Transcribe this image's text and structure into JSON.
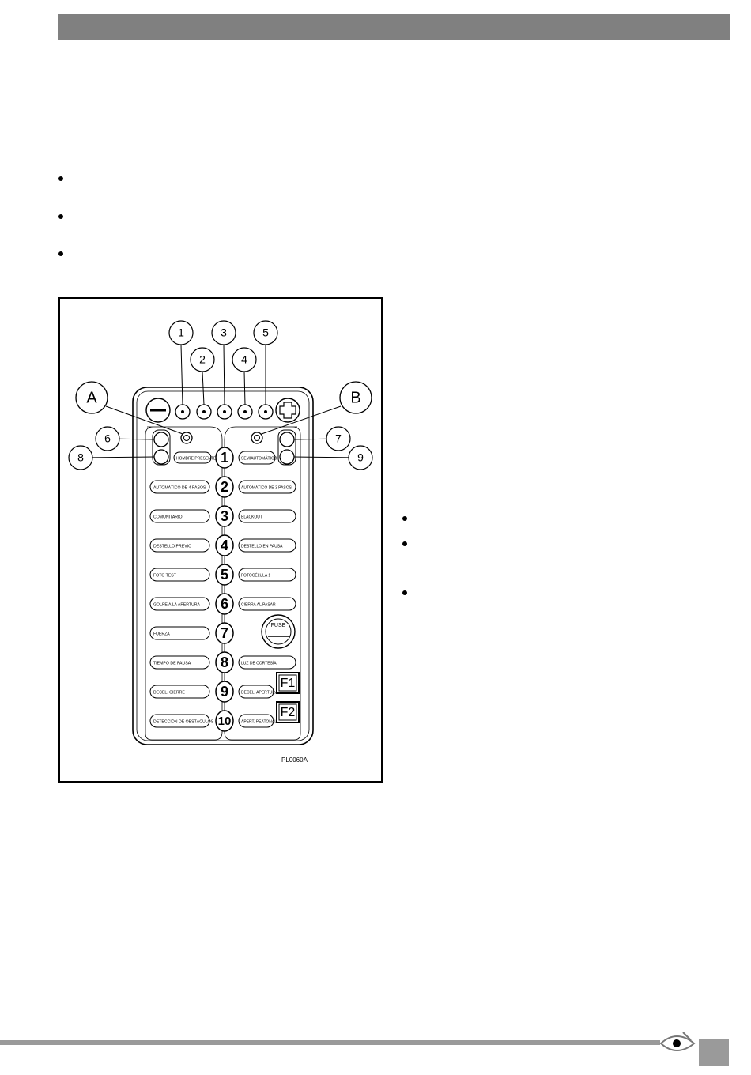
{
  "figure": {
    "callouts": [
      "1",
      "2",
      "3",
      "4",
      "5",
      "6",
      "7",
      "8",
      "9",
      "A",
      "B"
    ],
    "left_labels": [
      "HOMBRE PRESENTE",
      "AUTOMÁTICO DE 4 PASOS",
      "COMUNITARIO",
      "DESTELLO PREVIO",
      "FOTO TEST",
      "GOLPE A LA APERTURA",
      "FUERZA",
      "TIEMPO DE PAUSA",
      "DECEL. CIERRE",
      "DETECCIÓN DE OBSTÁCULOS"
    ],
    "right_labels": [
      "SEMIAUTOMÁTICO",
      "AUTOMÁTICO DE 3 PASOS",
      "BLACKOUT",
      "DESTELLO EN PAUSA",
      "FOTOCÉLULA 1",
      "CIERRA AL PASAR",
      "",
      "LUZ DE CORTESÍA",
      "DECEL. APERTURA",
      "APERT. PEATONAL"
    ],
    "numbers": [
      "1",
      "2",
      "3",
      "4",
      "5",
      "6",
      "7",
      "8",
      "9",
      "10"
    ],
    "fuse_label": "FUSE",
    "f1_label": "F1",
    "f2_label": "F2",
    "code": "PL0060A"
  },
  "colors": {
    "header_bar": "#808080",
    "footer": "#9a9a9a"
  }
}
